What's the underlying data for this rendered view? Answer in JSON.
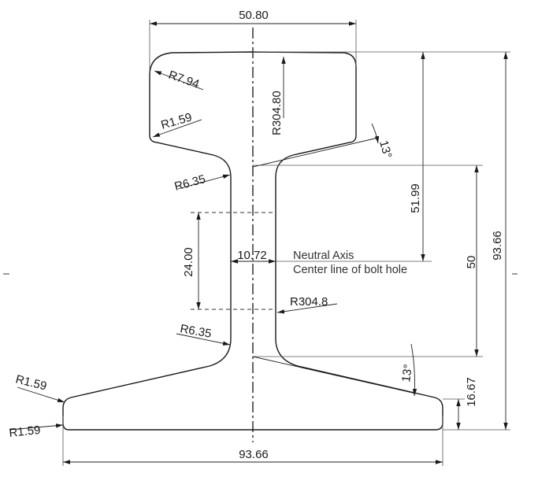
{
  "colors": {
    "line": "#1a1a1a",
    "background": "#ffffff"
  },
  "labels": {
    "head_width": "50.80",
    "radius_head_corner": "R7.94",
    "radius_head_underside": "R1.59",
    "radius_head_crown": "R304.80",
    "angle_upper": "13°",
    "radius_fillet_upper": "R6.35",
    "height_head_to_neutral": "51.99",
    "bolt_hole_spacing": "24.00",
    "web_thickness": "10.72",
    "neutral_axis": "Neutral Axis",
    "bolt_center_line": "Center line of bolt hole",
    "radius_web": "R304.8",
    "height_neutral_to_base": "50",
    "total_height": "93.66",
    "radius_fillet_lower": "R6.35",
    "radius_base_top": "R1.59",
    "radius_base_bottom": "R1.59",
    "angle_lower": "13°",
    "base_edge_height": "16.67",
    "base_width": "93.66"
  }
}
